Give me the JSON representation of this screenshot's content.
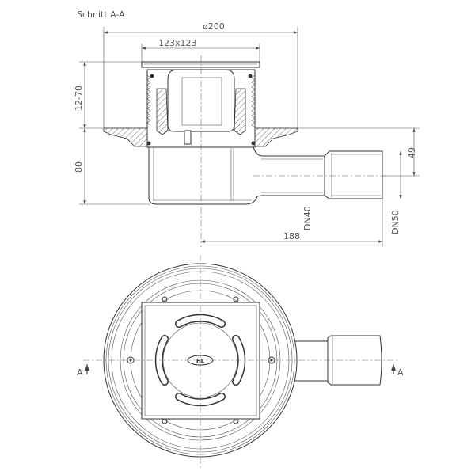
{
  "title": "Schnitt A-A",
  "dimensions": {
    "diameter": "ø200",
    "grate": "123x123",
    "height_adjust": "12-70",
    "body_height": "80",
    "outlet_offset": "49",
    "dn_inner": "DN40",
    "dn_outer": "DN50",
    "outlet_length": "188"
  },
  "section_marks": {
    "left": "A",
    "right": "A"
  },
  "logo_text": "HL"
}
